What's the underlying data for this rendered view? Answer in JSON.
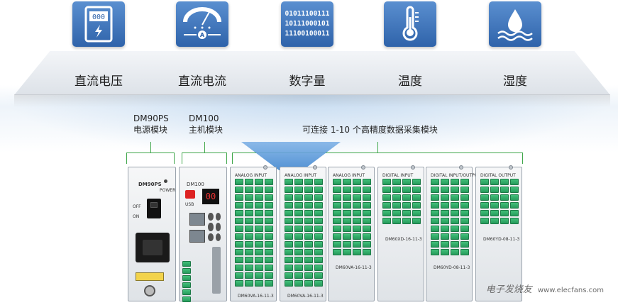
{
  "categories": [
    {
      "label": "直流电压",
      "icon": "voltmeter-icon"
    },
    {
      "label": "直流电流",
      "icon": "ammeter-gauge-icon"
    },
    {
      "label": "数字量",
      "icon": "binary-digits-icon"
    },
    {
      "label": "温度",
      "icon": "thermometer-icon"
    },
    {
      "label": "湿度",
      "icon": "water-drop-icon"
    }
  ],
  "binary_text": [
    "01011100111",
    "10111000101",
    "11100100011"
  ],
  "annotations": {
    "psu_name": "DM90PS",
    "psu_desc": "电源模块",
    "host_name": "DM100",
    "host_desc": "主机模块",
    "io_desc": "可连接 1-10 个高精度数据采集模块"
  },
  "device": {
    "psu": {
      "model": "DM90PS",
      "power": "POWER",
      "off": "OFF",
      "on": "ON"
    },
    "host": {
      "model": "DM100",
      "display": "00",
      "button": "USB"
    },
    "modules": [
      {
        "title": "ANALOG   INPUT",
        "part": "DM60VA-16-11-3"
      },
      {
        "title": "ANALOG   INPUT",
        "part": "DM60VA-16-11-3"
      },
      {
        "title": "ANALOG   INPUT",
        "part": "DM60VA-16-11-3"
      },
      {
        "title": "DIGITAL   INPUT",
        "part": "DM60XD-16-11-3"
      },
      {
        "title": "DIGITAL  INPUT/OUTPUT",
        "part": "DM60YD-08-11-3"
      },
      {
        "title": "DIGITAL   OUTPUT",
        "part": "DM60YD-08-11-3"
      }
    ]
  },
  "watermark": {
    "text": "电子发烧友",
    "url": "www.elecfans.com"
  },
  "colors": {
    "tile": "#3b74bf",
    "terminal": "#2fb06a",
    "bracket": "#3fa64a",
    "display": "#d62020"
  }
}
